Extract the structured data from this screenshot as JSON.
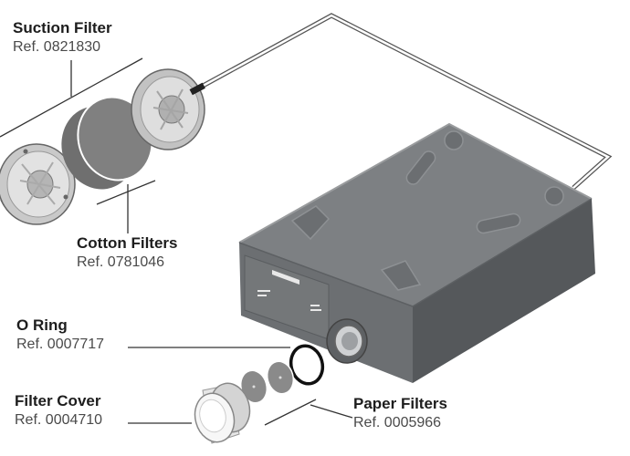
{
  "labels": {
    "suction_filter": {
      "name": "Suction Filter",
      "ref": "Ref. 0821830"
    },
    "cotton_filters": {
      "name": "Cotton Filters",
      "ref": "Ref. 0781046"
    },
    "o_ring": {
      "name": "O Ring",
      "ref": "Ref. 0007717"
    },
    "filter_cover": {
      "name": "Filter Cover",
      "ref": "Ref. 0004710"
    },
    "paper_filters": {
      "name": "Paper Filters",
      "ref": "Ref. 0005966"
    }
  },
  "colors": {
    "pump_body": "#6f7275",
    "pump_dark": "#55585b",
    "pump_light": "#8a8d90",
    "filter_disc": "#7a7a7a",
    "metal": "#d9d9d9",
    "line": "#333333"
  }
}
